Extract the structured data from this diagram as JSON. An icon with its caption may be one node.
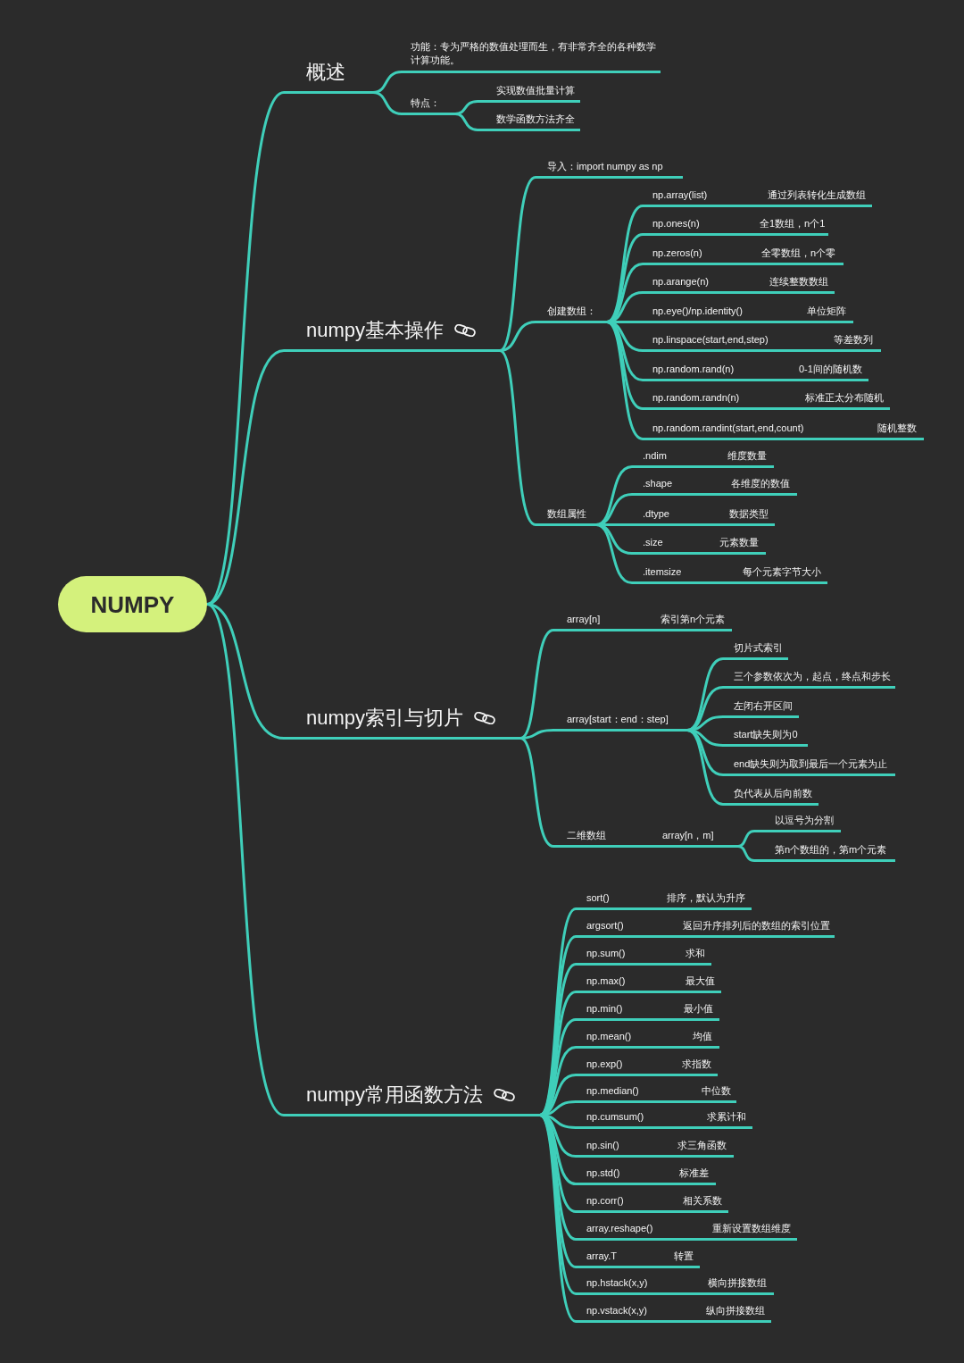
{
  "diagram": {
    "nodes": [
      {
        "text": [
          "NUMPY"
        ]
      },
      {
        "text": [
          "概述"
        ]
      },
      {
        "text": [
          "功能：专为严格的数值处理而生，有非常齐全的各种数学计算功能。"
        ]
      },
      {
        "text": [
          "特点："
        ]
      },
      {
        "text": [
          "实现数值批量计算"
        ]
      },
      {
        "text": [
          "数学函数方法齐全"
        ]
      },
      {
        "text": [
          "numpy基本操作"
        ]
      },
      {
        "text": [
          "导入：import numpy as np"
        ]
      },
      {
        "text": [
          "创建数组："
        ]
      },
      {
        "text": [
          "np.array(list)",
          "通过列表转化生成数组"
        ]
      },
      {
        "text": [
          "np.ones(n)",
          "全1数组，n个1"
        ]
      },
      {
        "text": [
          "np.zeros(n)",
          "全零数组，n个零"
        ]
      },
      {
        "text": [
          "np.arange(n)",
          "连续整数数组"
        ]
      },
      {
        "text": [
          "np.eye()/np.identity()",
          "单位矩阵"
        ]
      },
      {
        "text": [
          "np.linspace(start,end,step)",
          "等差数列"
        ]
      },
      {
        "text": [
          "np.random.rand(n)",
          "0-1间的随机数"
        ]
      },
      {
        "text": [
          "np.random.randn(n)",
          "标准正太分布随机"
        ]
      },
      {
        "text": [
          "np.random.randint(start,end,count)",
          "随机整数"
        ]
      },
      {
        "text": [
          "数组属性"
        ]
      },
      {
        "text": [
          ".ndim",
          "维度数量"
        ]
      },
      {
        "text": [
          ".shape",
          "各维度的数值"
        ]
      },
      {
        "text": [
          ".dtype",
          "数据类型"
        ]
      },
      {
        "text": [
          ".size",
          "元素数量"
        ]
      },
      {
        "text": [
          ".itemsize",
          "每个元素字节大小"
        ]
      },
      {
        "text": [
          "numpy索引与切片"
        ]
      },
      {
        "text": [
          "array[n]",
          "索引第n个元素"
        ]
      },
      {
        "text": [
          "array[start：end：step]"
        ]
      },
      {
        "text": [
          "切片式索引"
        ]
      },
      {
        "text": [
          "三个参数依次为，起点，终点和步长"
        ]
      },
      {
        "text": [
          "左闭右开区间"
        ]
      },
      {
        "text": [
          "start缺失则为0"
        ]
      },
      {
        "text": [
          "end缺失则为取到最后一个元素为止"
        ]
      },
      {
        "text": [
          "负代表从后向前数"
        ]
      },
      {
        "text": [
          "二维数组",
          "array[n，m]"
        ]
      },
      {
        "text": [
          "以逗号为分割"
        ]
      },
      {
        "text": [
          "第n个数组的，第m个元素"
        ]
      },
      {
        "text": [
          "numpy常用函数方法"
        ]
      },
      {
        "text": [
          "sort()",
          "排序，默认为升序"
        ]
      },
      {
        "text": [
          "argsort()",
          "返回升序排列后的数组的索引位置"
        ]
      },
      {
        "text": [
          "np.sum()",
          "求和"
        ]
      },
      {
        "text": [
          "np.max()",
          "最大值"
        ]
      },
      {
        "text": [
          "np.min()",
          "最小值"
        ]
      },
      {
        "text": [
          "np.mean()",
          "均值"
        ]
      },
      {
        "text": [
          "np.exp()",
          "求指数"
        ]
      },
      {
        "text": [
          "np.median()",
          "中位数"
        ]
      },
      {
        "text": [
          "np.cumsum()",
          "求累计和"
        ]
      },
      {
        "text": [
          "np.sin()",
          "求三角函数"
        ]
      },
      {
        "text": [
          "np.std()",
          "标准差"
        ]
      },
      {
        "text": [
          "np.corr()",
          "相关系数"
        ]
      },
      {
        "text": [
          "array.reshape()",
          "重新设置数组维度"
        ]
      },
      {
        "text": [
          "array.T",
          "转置"
        ]
      },
      {
        "text": [
          "np.hstack(x,y)",
          "横向拼接数组"
        ]
      },
      {
        "text": [
          "np.vstack(x,y)",
          "纵向拼接数组"
        ]
      }
    ],
    "edges": [
      {
        "from": 0,
        "to": 1,
        "arrow": "none"
      },
      {
        "from": 0,
        "to": 6,
        "arrow": "none"
      },
      {
        "from": 0,
        "to": 24,
        "arrow": "none"
      },
      {
        "from": 0,
        "to": 36,
        "arrow": "none"
      },
      {
        "from": 1,
        "to": 2,
        "arrow": "none"
      },
      {
        "from": 1,
        "to": 3,
        "arrow": "none"
      },
      {
        "from": 3,
        "to": 4,
        "arrow": "none"
      },
      {
        "from": 3,
        "to": 5,
        "arrow": "none"
      },
      {
        "from": 6,
        "to": 7,
        "arrow": "none"
      },
      {
        "from": 6,
        "to": 8,
        "arrow": "none"
      },
      {
        "from": 6,
        "to": 18,
        "arrow": "none"
      },
      {
        "from": 8,
        "to": 9,
        "arrow": "none"
      },
      {
        "from": 8,
        "to": 10,
        "arrow": "none"
      },
      {
        "from": 8,
        "to": 11,
        "arrow": "none"
      },
      {
        "from": 8,
        "to": 12,
        "arrow": "none"
      },
      {
        "from": 8,
        "to": 13,
        "arrow": "none"
      },
      {
        "from": 8,
        "to": 14,
        "arrow": "none"
      },
      {
        "from": 8,
        "to": 15,
        "arrow": "none"
      },
      {
        "from": 8,
        "to": 16,
        "arrow": "none"
      },
      {
        "from": 8,
        "to": 17,
        "arrow": "none"
      },
      {
        "from": 18,
        "to": 19,
        "arrow": "none"
      },
      {
        "from": 18,
        "to": 20,
        "arrow": "none"
      },
      {
        "from": 18,
        "to": 21,
        "arrow": "none"
      },
      {
        "from": 18,
        "to": 22,
        "arrow": "none"
      },
      {
        "from": 18,
        "to": 23,
        "arrow": "none"
      },
      {
        "from": 24,
        "to": 25,
        "arrow": "none"
      },
      {
        "from": 24,
        "to": 26,
        "arrow": "none"
      },
      {
        "from": 24,
        "to": 33,
        "arrow": "none"
      },
      {
        "from": 26,
        "to": 27,
        "arrow": "none"
      },
      {
        "from": 26,
        "to": 28,
        "arrow": "none"
      },
      {
        "from": 26,
        "to": 29,
        "arrow": "none"
      },
      {
        "from": 26,
        "to": 30,
        "arrow": "none"
      },
      {
        "from": 26,
        "to": 31,
        "arrow": "none"
      },
      {
        "from": 26,
        "to": 32,
        "arrow": "none"
      },
      {
        "from": 33,
        "to": 34,
        "arrow": "none"
      },
      {
        "from": 33,
        "to": 35,
        "arrow": "none"
      },
      {
        "from": 36,
        "to": 37,
        "arrow": "none"
      },
      {
        "from": 36,
        "to": 38,
        "arrow": "none"
      },
      {
        "from": 36,
        "to": 39,
        "arrow": "none"
      },
      {
        "from": 36,
        "to": 40,
        "arrow": "none"
      },
      {
        "from": 36,
        "to": 41,
        "arrow": "none"
      },
      {
        "from": 36,
        "to": 42,
        "arrow": "none"
      },
      {
        "from": 36,
        "to": 43,
        "arrow": "none"
      },
      {
        "from": 36,
        "to": 44,
        "arrow": "none"
      },
      {
        "from": 36,
        "to": 45,
        "arrow": "none"
      },
      {
        "from": 36,
        "to": 46,
        "arrow": "none"
      },
      {
        "from": 36,
        "to": 47,
        "arrow": "none"
      },
      {
        "from": 36,
        "to": 48,
        "arrow": "none"
      },
      {
        "from": 36,
        "to": 49,
        "arrow": "none"
      },
      {
        "from": 36,
        "to": 50,
        "arrow": "none"
      },
      {
        "from": 36,
        "to": 51,
        "arrow": "none"
      },
      {
        "from": 36,
        "to": 52,
        "arrow": "none"
      }
    ]
  }
}
